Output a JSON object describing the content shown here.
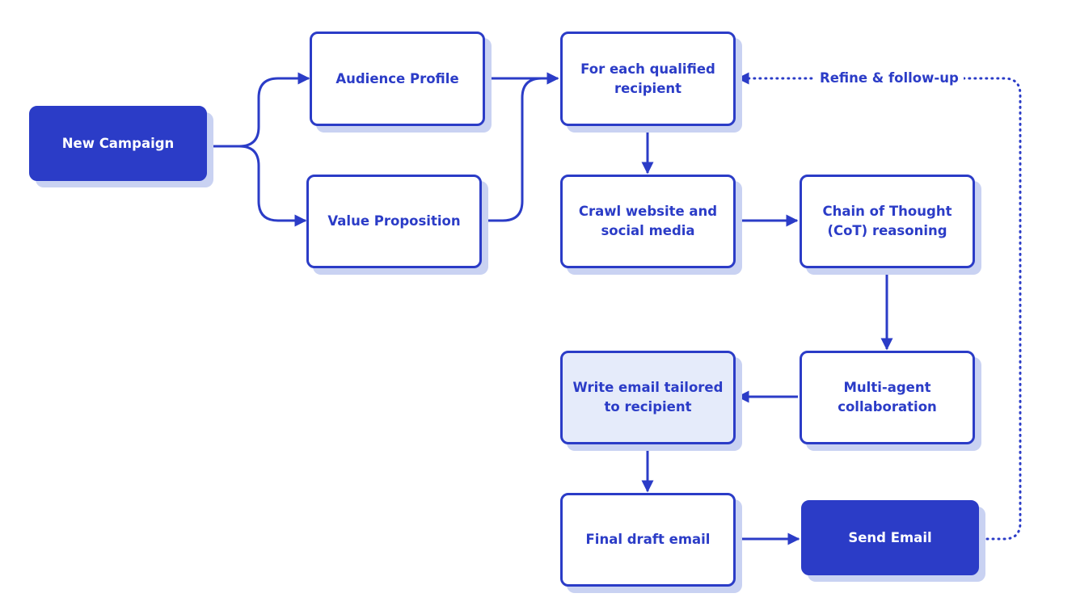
{
  "nodes": {
    "new_campaign": "New Campaign",
    "audience_profile": "Audience Profile",
    "value_proposition": "Value Proposition",
    "for_each_recipient": "For each qualified recipient",
    "crawl": "Crawl website and social media",
    "cot": "Chain of Thought (CoT) reasoning",
    "multi_agent": "Multi-agent collaboration",
    "write_email": "Write email tailored to recipient",
    "final_draft": "Final draft email",
    "send_email": "Send Email"
  },
  "edges": {
    "loop_label": "Refine & follow-up"
  },
  "colors": {
    "primary": "#2b3cc7",
    "shadow": "#c9d2f2",
    "tint": "#e5ebfa"
  }
}
